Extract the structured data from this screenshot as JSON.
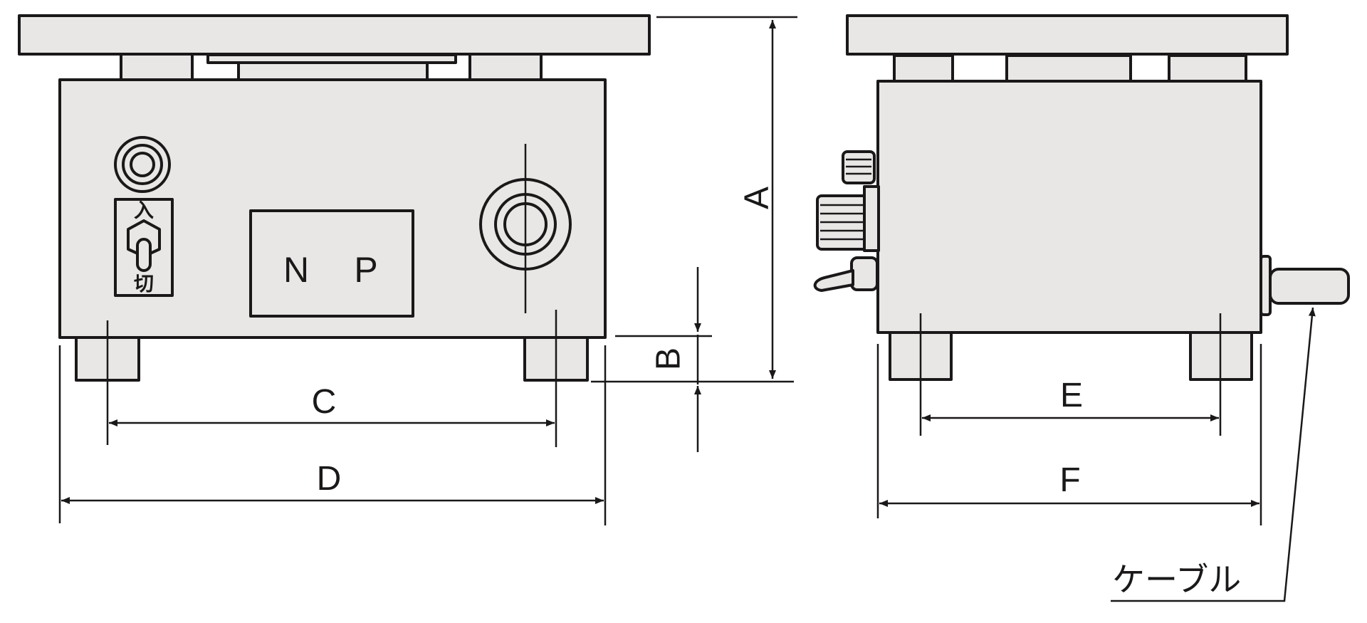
{
  "diagram": {
    "colors": {
      "ink": "#1a1818",
      "body_fill": "#e9e7e5",
      "background": "#ffffff"
    },
    "front_view": {
      "panel_labels": {
        "n": "N",
        "p": "P"
      },
      "switch_labels": {
        "on": "入",
        "off": "切"
      }
    },
    "dimensions": {
      "a": "A",
      "b": "B",
      "c": "C",
      "d": "D",
      "e": "E",
      "f": "F"
    },
    "callouts": {
      "cable": "ケーブル"
    },
    "icons": {
      "indicator_lamp": "indicator-lamp-icon",
      "toggle_switch": "toggle-switch-icon",
      "cable_gland": "cable-gland-icon",
      "knob": "knob-icon"
    }
  }
}
